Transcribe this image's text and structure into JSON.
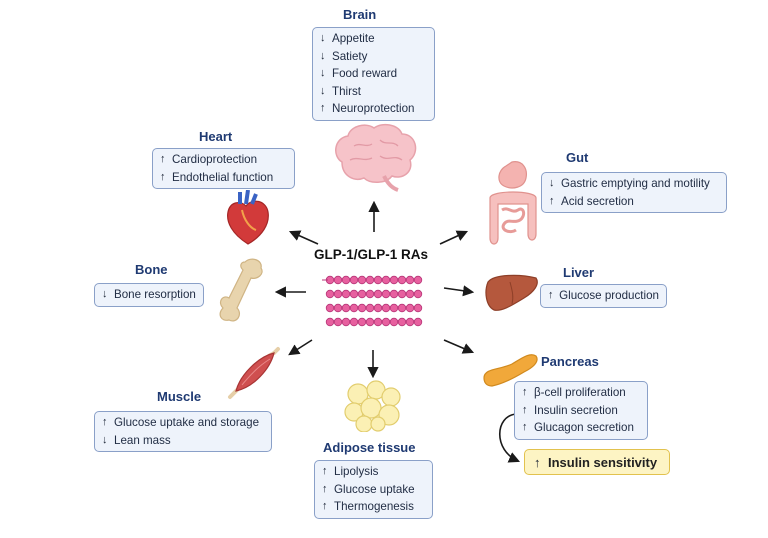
{
  "center": {
    "title": "GLP-1/GLP-1 RAs"
  },
  "up_glyph": "↑",
  "down_glyph": "↓",
  "brain": {
    "title": "Brain",
    "effects": [
      {
        "dir": "↓",
        "text": "Appetite"
      },
      {
        "dir": "↓",
        "text": "Satiety"
      },
      {
        "dir": "↓",
        "text": "Food reward"
      },
      {
        "dir": "↓",
        "text": "Thirst"
      },
      {
        "dir": "↑",
        "text": "Neuroprotection"
      }
    ]
  },
  "heart": {
    "title": "Heart",
    "effects": [
      {
        "dir": "↑",
        "text": "Cardioprotection"
      },
      {
        "dir": "↑",
        "text": "Endothelial function"
      }
    ]
  },
  "gut": {
    "title": "Gut",
    "effects": [
      {
        "dir": "↓",
        "text": "Gastric emptying and motility"
      },
      {
        "dir": "↑",
        "text": "Acid secretion"
      }
    ]
  },
  "bone": {
    "title": "Bone",
    "effects": [
      {
        "dir": "↓",
        "text": "Bone resorption"
      }
    ]
  },
  "liver": {
    "title": "Liver",
    "effects": [
      {
        "dir": "↑",
        "text": "Glucose production"
      }
    ]
  },
  "muscle": {
    "title": "Muscle",
    "effects": [
      {
        "dir": "↑",
        "text": "Glucose uptake and storage"
      },
      {
        "dir": "↓",
        "text": "Lean mass"
      }
    ]
  },
  "pancreas": {
    "title": "Pancreas",
    "effects": [
      {
        "dir": "↑",
        "text": "β-cell proliferation"
      },
      {
        "dir": "↑",
        "text": "Insulin secretion"
      },
      {
        "dir": "↑",
        "text": "Glucagon secretion"
      }
    ],
    "highlight": {
      "dir": "↑",
      "text": "Insulin sensitivity"
    }
  },
  "adipose": {
    "title": "Adipose tissue",
    "effects": [
      {
        "dir": "↑",
        "text": "Lipolysis"
      },
      {
        "dir": "↑",
        "text": "Glucose uptake"
      },
      {
        "dir": "↑",
        "text": "Thermogenesis"
      }
    ]
  },
  "colors": {
    "title": "#1f3a72",
    "box_fill": "#eef3fb",
    "box_border": "#8aa0c8",
    "highlight_fill": "#fdf4c4",
    "highlight_border": "#e2c24e",
    "peptide": "#d6488f"
  },
  "icons": [
    "brain-icon",
    "heart-icon",
    "gut-icon",
    "bone-icon",
    "liver-icon",
    "muscle-icon",
    "pancreas-icon",
    "adipose-icon",
    "peptide-chain-icon"
  ]
}
